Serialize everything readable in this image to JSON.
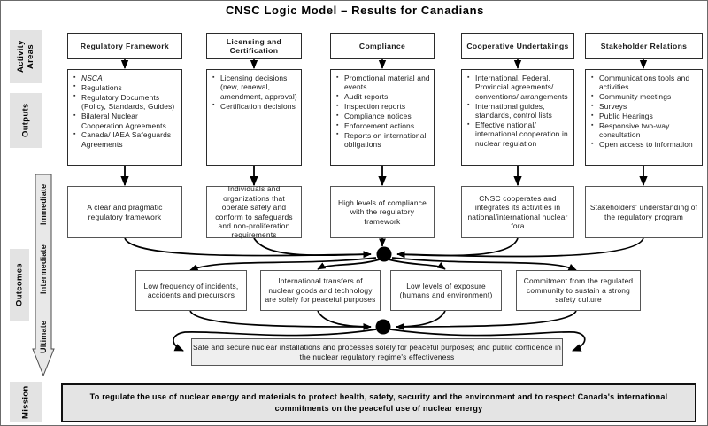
{
  "title": "CNSC Logic Model – Results for Canadians",
  "rail": {
    "activity_areas": "Activity Areas",
    "outputs": "Outputs",
    "outcomes": "Outcomes",
    "mission": "Mission",
    "arrow_stages": [
      "Immediate",
      "Intermediate",
      "Ultimate"
    ]
  },
  "columns": [
    {
      "id": "regulatory-framework",
      "activity_area": "Regulatory Framework",
      "outputs": [
        "NSCA",
        "Regulations",
        "Regulatory Documents (Policy, Standards, Guides)",
        "Bilateral Nuclear Cooperation Agreements",
        "Canada/ IAEA Safeguards Agreements"
      ],
      "outputs_italic_index": 0,
      "immediate_outcome": "A clear and pragmatic regulatory framework"
    },
    {
      "id": "licensing-and-certification",
      "activity_area": "Licensing and Certification",
      "outputs": [
        "Licensing decisions (new, renewal, amendment, approval)",
        "Certification decisions"
      ],
      "outputs_italic_index": -1,
      "immediate_outcome": "Individuals and organizations that operate safely and conform to safeguards and non-proliferation requirements"
    },
    {
      "id": "compliance",
      "activity_area": "Compliance",
      "outputs": [
        "Promotional material and events",
        "Audit reports",
        "Inspection reports",
        "Compliance notices",
        "Enforcement actions",
        "Reports on international obligations"
      ],
      "outputs_italic_index": -1,
      "immediate_outcome": "High levels of compliance with the regulatory framework"
    },
    {
      "id": "cooperative-undertakings",
      "activity_area": "Cooperative Undertakings",
      "outputs": [
        "International, Federal, Provincial agreements/ conventions/ arrangements",
        "International guides, standards, control lists",
        "Effective national/ international cooperation in nuclear regulation"
      ],
      "outputs_italic_index": -1,
      "immediate_outcome": "CNSC cooperates and integrates its activities in national/international nuclear fora"
    },
    {
      "id": "stakeholder-relations",
      "activity_area": "Stakeholder Relations",
      "outputs": [
        "Communications tools and activities",
        "Community meetings",
        "Surveys",
        "Public Hearings",
        "Responsive two-way consultation",
        "Open access to information"
      ],
      "outputs_italic_index": -1,
      "immediate_outcome": "Stakeholders' understanding of the regulatory program"
    }
  ],
  "intermediate_outcomes": [
    "Low frequency of incidents, accidents and precursors",
    "International transfers of nuclear goods and technology are solely for peaceful purposes",
    "Low levels of exposure (humans and environment)",
    "Commitment from the regulated community to sustain a strong safety culture"
  ],
  "ultimate_outcome": "Safe and secure nuclear installations and processes solely for peaceful purposes; and public confidence in the nuclear regulatory regime's effectiveness",
  "mission": "To regulate the use of nuclear energy and materials to protect health, safety, security and the environment and to respect Canada's international commitments on the peaceful use of nuclear energy",
  "colors": {
    "rail_label_bg": "#e3e3e3",
    "box_border": "#2b2b2b",
    "shade_bg": "#f0f0f0",
    "mission_bg": "#e4e4e4",
    "junction_node": "#000000"
  }
}
